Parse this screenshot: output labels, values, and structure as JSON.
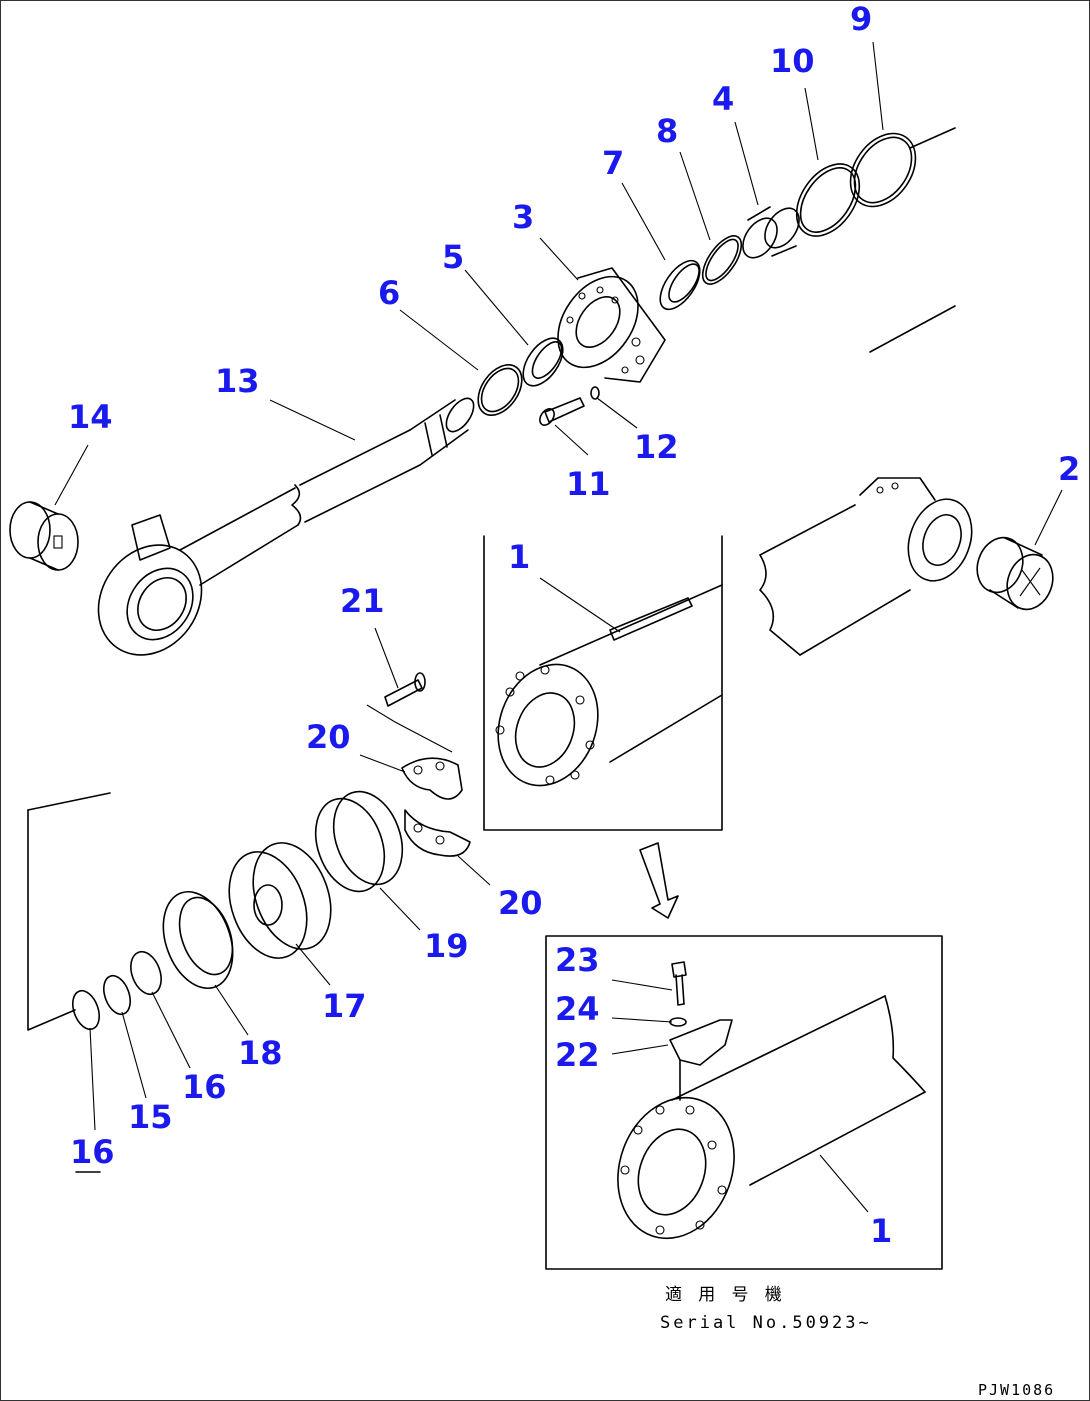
{
  "diagram": {
    "callouts": [
      {
        "id": "c9",
        "text": "9"
      },
      {
        "id": "c10",
        "text": "10"
      },
      {
        "id": "c4",
        "text": "4"
      },
      {
        "id": "c8",
        "text": "8"
      },
      {
        "id": "c7",
        "text": "7"
      },
      {
        "id": "c3",
        "text": "3"
      },
      {
        "id": "c5",
        "text": "5"
      },
      {
        "id": "c6",
        "text": "6"
      },
      {
        "id": "c13",
        "text": "13"
      },
      {
        "id": "c14",
        "text": "14"
      },
      {
        "id": "c12",
        "text": "12"
      },
      {
        "id": "c11",
        "text": "11"
      },
      {
        "id": "c2",
        "text": "2"
      },
      {
        "id": "c1a",
        "text": "1"
      },
      {
        "id": "c21",
        "text": "21"
      },
      {
        "id": "c20a",
        "text": "20"
      },
      {
        "id": "c20b",
        "text": "20"
      },
      {
        "id": "c19",
        "text": "19"
      },
      {
        "id": "c17",
        "text": "17"
      },
      {
        "id": "c18",
        "text": "18"
      },
      {
        "id": "c16a",
        "text": "16"
      },
      {
        "id": "c15",
        "text": "15"
      },
      {
        "id": "c16b",
        "text": "16"
      },
      {
        "id": "c23",
        "text": "23"
      },
      {
        "id": "c24",
        "text": "24"
      },
      {
        "id": "c22",
        "text": "22"
      },
      {
        "id": "c1b",
        "text": "1"
      }
    ],
    "inset_caption_line1": "適 用 号 機",
    "inset_caption_line2": "Serial No.50923~",
    "drawing_code": "PJW1086"
  }
}
